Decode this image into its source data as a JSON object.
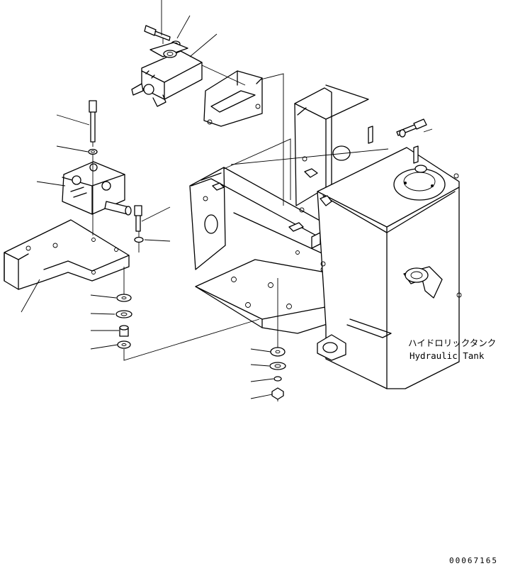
{
  "diagram": {
    "tank_label_jp": "ハイドロリックタンク",
    "tank_label_en": "Hydraulic Tank",
    "drawing_code": "00067165"
  }
}
